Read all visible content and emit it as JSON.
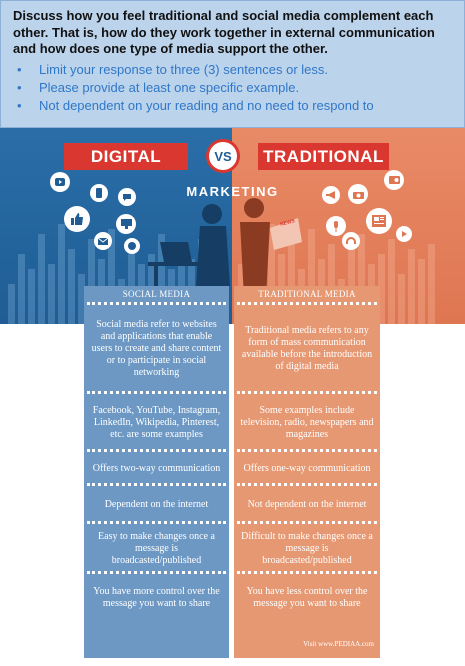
{
  "prompt": {
    "question": "Discuss how you feel  traditional and social media complement each other. That is, how do they work together in external communication and how does one type of media support the other.",
    "bullets": [
      "Limit your response to three (3) sentences or less.",
      "Please provide at least one specific example.",
      "Not dependent on your reading and no need to respond to"
    ]
  },
  "banner": {
    "left_title": "DIGITAL",
    "vs": "VS",
    "right_title": "TRADITIONAL",
    "subtitle": "MARKETING",
    "sign_text": "NEWS",
    "colors": {
      "left": "#2a6ea8",
      "right": "#e98a66",
      "accent": "#d9372f"
    },
    "left_icons": [
      "play-icon",
      "thumbs-up-icon",
      "phone-icon",
      "chat-icon",
      "mail-icon",
      "laptop-icon",
      "monitor-icon",
      "network-icon"
    ],
    "right_icons": [
      "radio-icon",
      "megaphone-icon",
      "camera-icon",
      "newspaper-icon",
      "play-icon",
      "mail-icon",
      "mic-icon",
      "headphones-icon"
    ]
  },
  "table": {
    "left_header": "SOCIAL MEDIA",
    "right_header": "TRADITIONAL MEDIA",
    "rows": [
      {
        "left": "Social media refer to websites and applications that enable users to create and share content or to participate in social networking",
        "right": "Traditional media refers to any form of mass communication available before the introduction of digital media"
      },
      {
        "left": "Facebook, YouTube, Instagram, LinkedIn, Wikipedia, Pinterest, etc. are some examples",
        "right": "Some examples include television, radio, newspapers and magazines"
      },
      {
        "left": "Offers two-way communication",
        "right": "Offers one-way communication"
      },
      {
        "left": "Dependent on the internet",
        "right": "Not dependent on the internet"
      },
      {
        "left": "Easy to make changes once a message is broadcasted/published",
        "right": "Difficult to make changes once a message is broadcasted/published"
      },
      {
        "left": "You have more control over the message you want to share",
        "right": "You have less control over the message you want to share"
      }
    ],
    "credit": "Visit www.PEDIAA.com"
  }
}
